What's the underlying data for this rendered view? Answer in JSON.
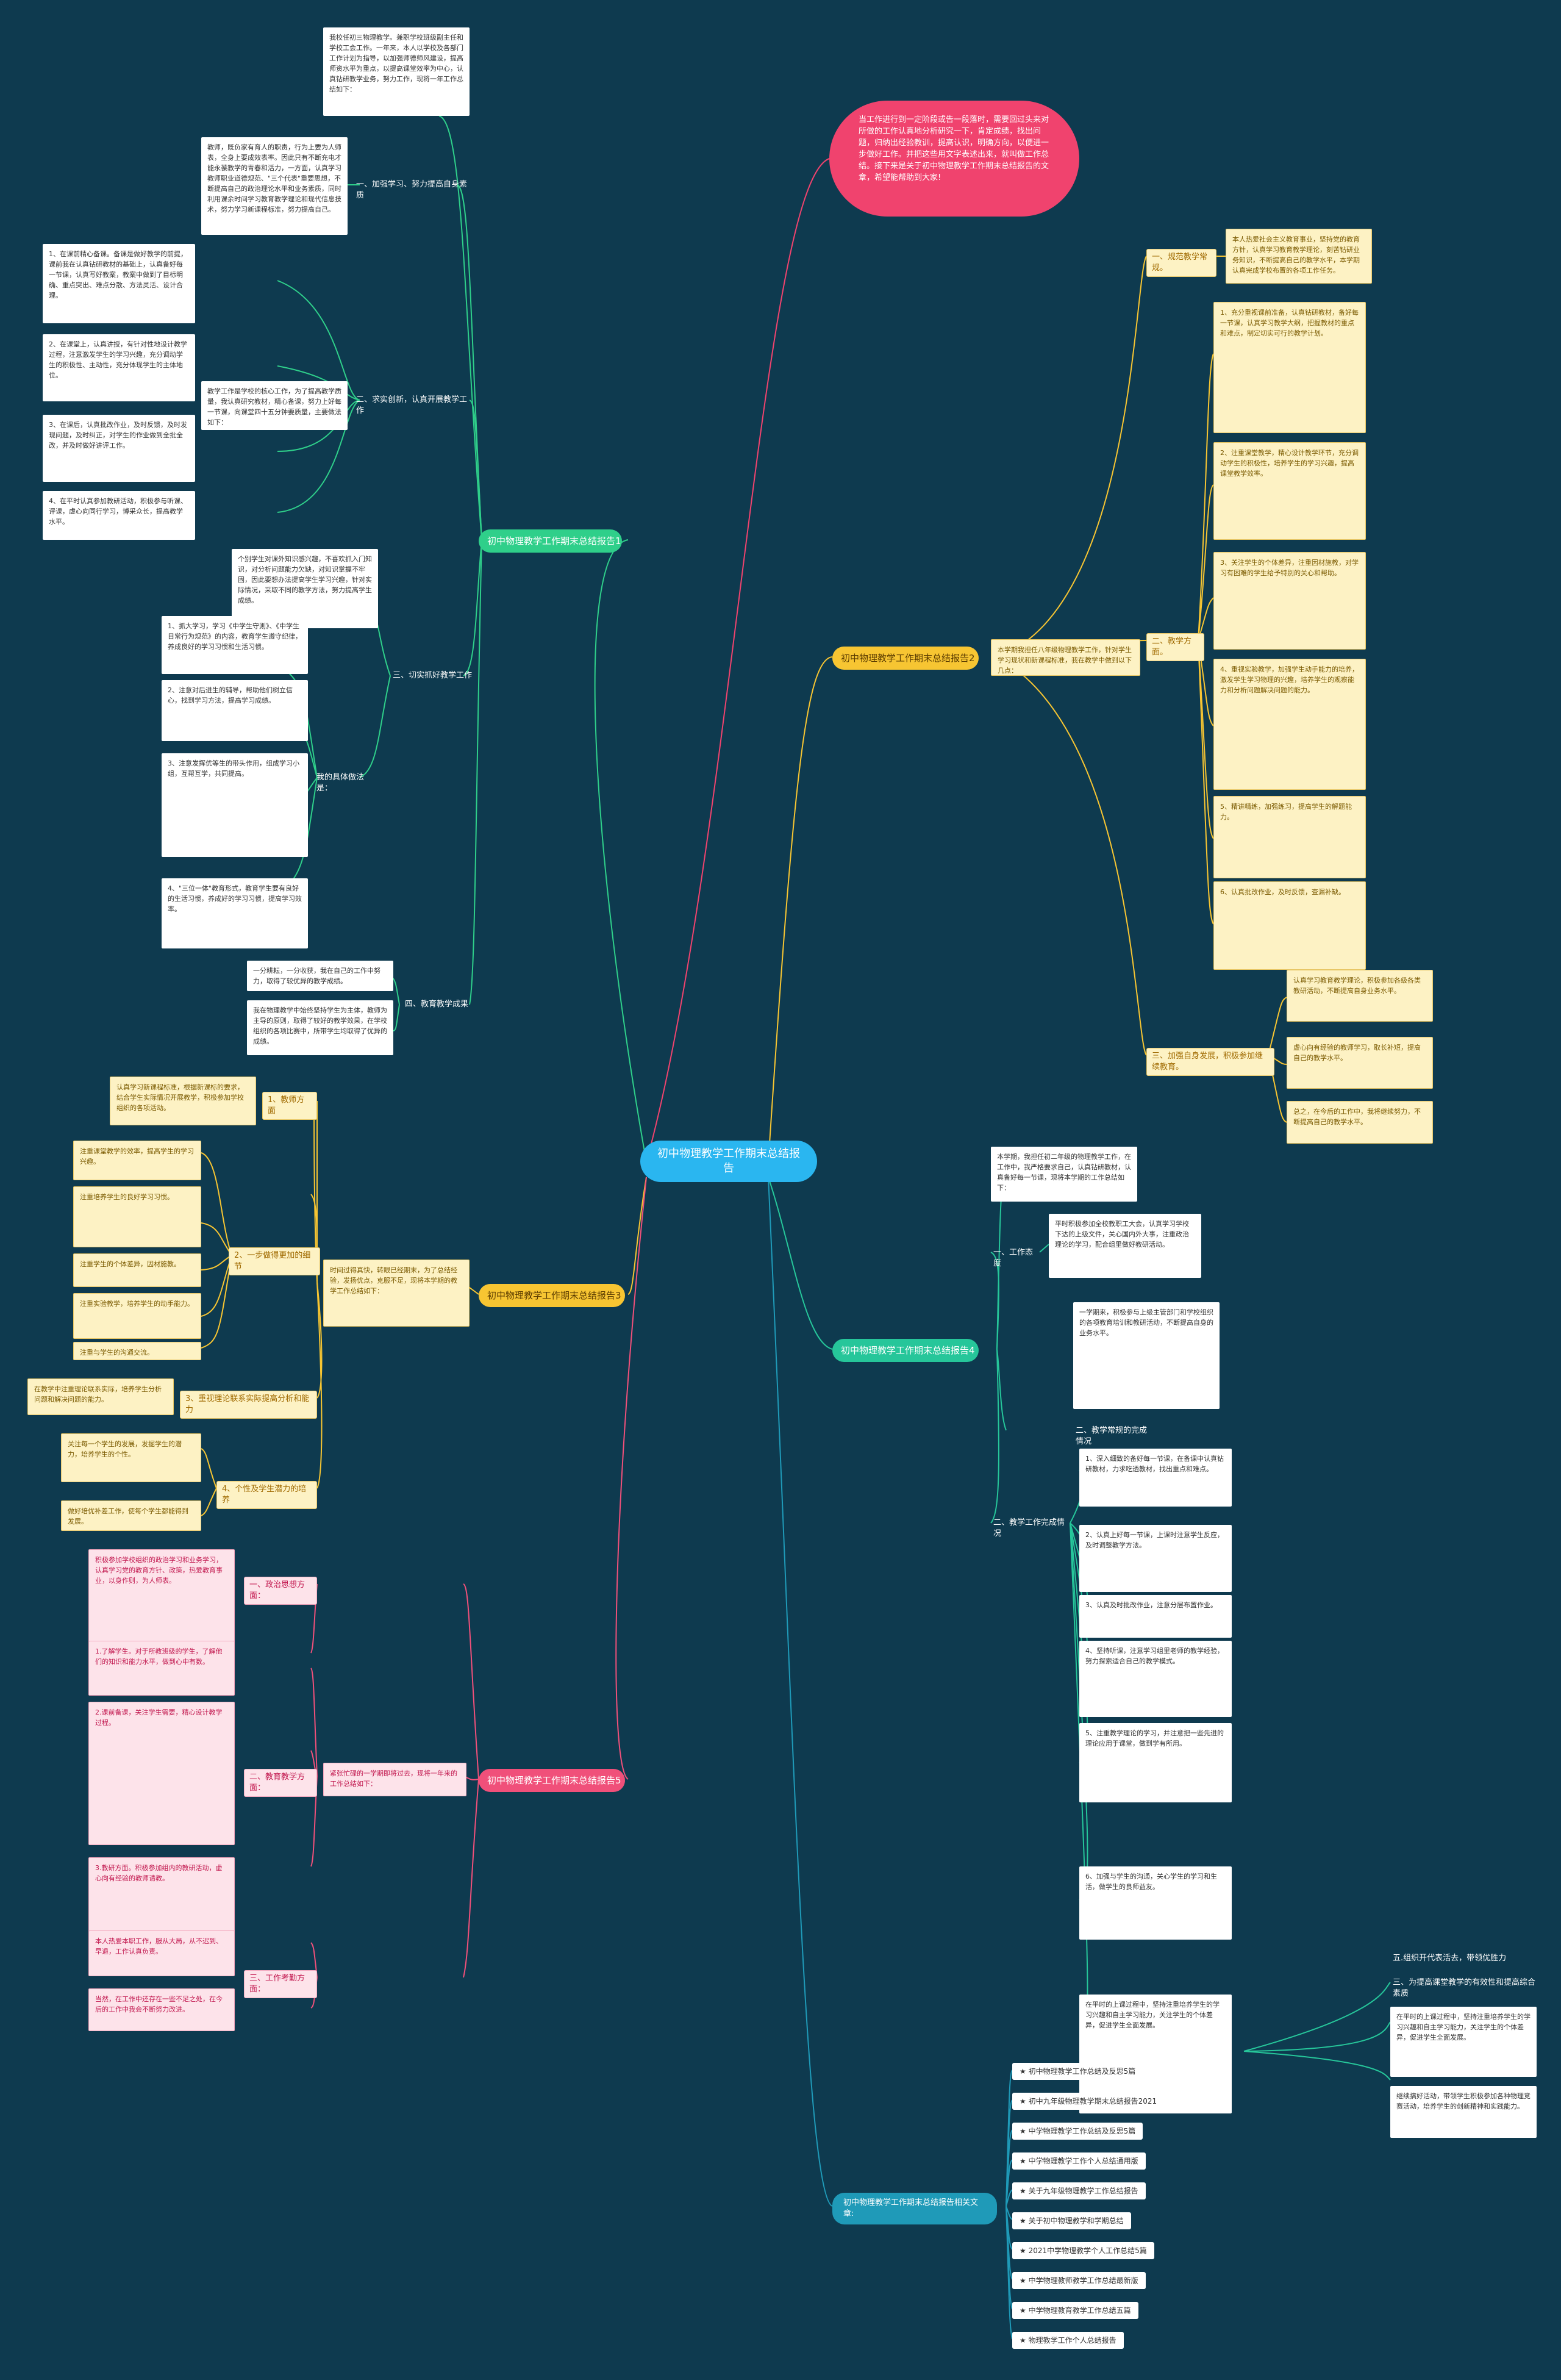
{
  "colors": {
    "background": "#0e3a4f",
    "center": "#2ab6f0",
    "intro": "#f0436e",
    "branch1": "#2fcf8a",
    "branch2": "#f7c532",
    "branch3": "#f7c532",
    "branch4": "#26c69a",
    "branch5": "#f0507a",
    "related": "#1f9ab8"
  },
  "center": {
    "title": "初中物理教学工作期末总结报告"
  },
  "intro": {
    "text": "当工作进行到一定阶段或告一段落时，需要回过头来对所做的工作认真地分析研究一下，肯定成绩，找出问题，归纳出经验教训，提高认识，明确方向，以便进一步做好工作。并把这些用文字表述出来，就叫做工作总结。接下来是关于初中物理教学工作期末总结报告的文章，希望能帮助到大家!"
  },
  "b1": {
    "title": "初中物理教学工作期末总结报告1",
    "intro_text": "我校任初三物理教学。兼职学校班级副主任和学校工会工作。一年来，本人以学校及各部门工作计划为指导，以加强师德师风建设，提高师资水平为重点，以提高课堂效率为中心，认真钻研教学业务，努力工作，现将一年工作总结如下：",
    "s1_label": "一、加强学习、努力提高自身素质",
    "s1_text": "教师，既负家有育人的职责，行为上要为人师表，全身上要成效表率。因此只有不断充电才能永葆教学的青春和活力，一方面，认真学习教师职业道德规范、\"三个代表\"重要思想，不断提高自己的政治理论水平和业务素质，同时利用课余时间学习教育教学理论和现代信息技术，努力学习新课程标准，努力提高自己。",
    "s2_label": "二、求实创新，认真开展教学工作",
    "s2_text": "教学工作是学校的核心工作，为了提高教学质量，我认真研究教材，精心备课，努力上好每一节课，向课堂四十五分钟要质量，主要做法如下：",
    "s2_items": [
      "1、在课前精心备课。备课是做好教学的前提，课前我在认真钻研教材的基础上，认真备好每一节课，认真写好教案，教案中做到了目标明确、重点突出、难点分散、方法灵活、设计合理。",
      "2、在课堂上，认真讲授，有针对性地设计教学过程，注意激发学生的学习兴趣，充分调动学生的积极性、主动性，充分体现学生的主体地位。",
      "3、在课后，认真批改作业，及时反馈，及时发现问题，及时纠正，对学生的作业做到全批全改，并及时做好讲评工作。",
      "4、在平时认真参加教研活动，积极参与听课、评课，虚心向同行学习，博采众长，提高教学水平。"
    ],
    "s3_label": "三、切实抓好教学工作",
    "s3_text": "个别学生对课外知识感兴趣，不喜欢抓入门知识，对分析问题能力欠缺，对知识掌握不牢固，因此要想办法提高学生学习兴趣，针对实际情况，采取不同的教学方法，努力提高学生成绩。",
    "s3_sub": "我的具体做法是：",
    "s3_items": [
      "1、抓大学习，学习《中学生守则》、《中学生日常行为规范》的内容，教育学生遵守纪律，养成良好的学习习惯和生活习惯。",
      "2、注意对后进生的辅导，帮助他们树立信心，找到学习方法，提高学习成绩。",
      "3、注意发挥优等生的带头作用，组成学习小组，互帮互学，共同提高。",
      "4、\"三位一体\"教育形式，教育学生要有良好的生活习惯，养成好的学习习惯，提高学习效率。"
    ],
    "s4_label": "四、教育教学成果",
    "s4_text1": "一分耕耘，一分收获，我在自己的工作中努力，取得了较优异的教学成绩。",
    "s4_text2": "我在物理教学中始终坚持学生为主体，教师为主导的原则，取得了较好的教学效果，在学校组织的各项比赛中，所带学生均取得了优异的成绩。"
  },
  "b2": {
    "title": "初中物理教学工作期末总结报告2",
    "lead": "本学期我担任八年级物理教学工作，针对学生学习现状和新课程标准，我在教学中做到以下几点：",
    "s1_label": "一、规范教学常规。",
    "s1_text": "本人热爱社会主义教育事业，坚持党的教育方针，认真学习教育教学理论，刻苦钻研业务知识，不断提高自己的教学水平，本学期认真完成学校布置的各项工作任务。",
    "s2_label": "二、教学方面。",
    "s2_items": [
      "1、充分重视课前准备，认真钻研教材，备好每一节课，认真学习教学大纲，把握教材的重点和难点，制定切实可行的教学计划。",
      "2、注重课堂教学，精心设计教学环节，充分调动学生的积极性，培养学生的学习兴趣，提高课堂教学效率。",
      "3、关注学生的个体差异，注重因材施教，对学习有困难的学生给予特别的关心和帮助。",
      "4、重视实验教学，加强学生动手能力的培养，激发学生学习物理的兴趣，培养学生的观察能力和分析问题解决问题的能力。",
      "5、精讲精练，加强练习，提高学生的解题能力。",
      "6、认真批改作业，及时反馈，查漏补缺。"
    ],
    "s3_label": "三、加强自身发展，积极参加继续教育。",
    "s3_items": [
      "认真学习教育教学理论，积极参加各级各类教研活动，不断提高自身业务水平。",
      "虚心向有经验的教师学习，取长补短，提高自己的教学水平。",
      "总之，在今后的工作中，我将继续努力，不断提高自己的教学水平。"
    ]
  },
  "b3": {
    "title": "初中物理教学工作期末总结报告3",
    "lead": "时间过得真快，转眼已经期末，为了总结经验，发扬优点，克服不足，现将本学期的教学工作总结如下：",
    "s1_label": "1、教师方面",
    "s1_text": "认真学习新课程标准，根据新课标的要求，结合学生实际情况开展教学，积极参加学校组织的各项活动。",
    "s2_label": "2、一步做得更加的细节",
    "s2_items": [
      "注重课堂教学的效率，提高学生的学习兴趣。",
      "注重培养学生的良好学习习惯。",
      "注重学生的个体差异，因材施教。",
      "注重实验教学，培养学生的动手能力。",
      "注重与学生的沟通交流。"
    ],
    "s3_label": "3、重视理论联系实际提高分析和能力",
    "s3_text": "在教学中注重理论联系实际，培养学生分析问题和解决问题的能力。",
    "s4_label": "4、个性及学生潜力的培养",
    "s4_items": [
      "关注每一个学生的发展，发掘学生的潜力，培养学生的个性。",
      "做好培优补差工作，使每个学生都能得到发展。"
    ]
  },
  "b4": {
    "title": "初中物理教学工作期末总结报告4",
    "lead": "本学期，我担任初二年级的物理教学工作，在工作中，我严格要求自己，认真钻研教材，认真备好每一节课，现将本学期的工作总结如下：",
    "s1_label": "一、工作态度",
    "s1_text": "平时积极参加全校教职工大会，认真学习学校下达的上级文件，关心国内外大事，注重政治理论的学习，配合组里做好教研活动。",
    "s2_text": "一学期来，积极参与上级主管部门和学校组织的各项教育培训和教研活动，不断提高自身的业务水平。",
    "s2_label": "二、教学常规的完成情况",
    "s3_label": "二、教学工作完成情况",
    "s3_items": [
      "1、深入细致的备好每一节课，在备课中认真钻研教材，力求吃透教材，找出重点和难点。",
      "2、认真上好每一节课，上课时注意学生反应，及时调整教学方法。",
      "3、认真及时批改作业，注意分层布置作业。",
      "4、坚持听课，注意学习组里老师的教学经验，努力探索适合自己的教学模式。",
      "5、注重教学理论的学习，并注意把一些先进的理论应用于课堂，做到学有所用。",
      "6、加强与学生的沟通，关心学生的学习和生活，做学生的良师益友。"
    ],
    "s4_label": "三、为提高课堂教学的有效性和提高综合素质",
    "s4_text": "在平时的上课过程中，坚持注重培养学生的学习兴趣和自主学习能力，关注学生的个体差异，促进学生全面发展。",
    "s5_label": "五.组织开代表活去，带领优胜力",
    "s5_text": "继续搞好活动，带领学生积极参加各种物理竞赛活动，培养学生的创新精神和实践能力。"
  },
  "b5": {
    "title": "初中物理教学工作期末总结报告5",
    "lead": "紧张忙碌的一学期即将过去，现将一年来的工作总结如下：",
    "s1_label": "一、政治思想方面：",
    "s1_text": "积极参加学校组织的政治学习和业务学习，认真学习党的教育方针、政策，热爱教育事业，以身作则，为人师表。",
    "s2_label": "二、教育教学方面：",
    "s2_items": [
      "1.了解学生。对于所教班级的学生，了解他们的知识和能力水平，做到心中有数。",
      "2.课前备课，关注学生需要，精心设计教学过程。",
      "3.教研方面。积极参加组内的教研活动，虚心向有经验的教师请教。"
    ],
    "s3_label": "三、工作考勤方面：",
    "s3_items": [
      "本人热爱本职工作，服从大局，从不迟到、早退，工作认真负责。",
      "当然，在工作中还存在一些不足之处，在今后的工作中我会不断努力改进。"
    ]
  },
  "related": {
    "title": "初中物理教学工作期末总结报告相关文章:",
    "items": [
      "★ 初中物理教学工作总结及反思5篇",
      "★ 初中九年级物理教学期末总结报告2021",
      "★ 中学物理教学工作总结及反思5篇",
      "★ 中学物理教学工作个人总结通用版",
      "★ 关于九年级物理教学工作总结报告",
      "★ 关于初中物理教学和学期总结",
      "★ 2021中学物理教学个人工作总结5篇",
      "★ 中学物理教师教学工作总结最新版",
      "★ 中学物理教育教学工作总结五篇",
      "★ 物理教学工作个人总结报告"
    ]
  }
}
